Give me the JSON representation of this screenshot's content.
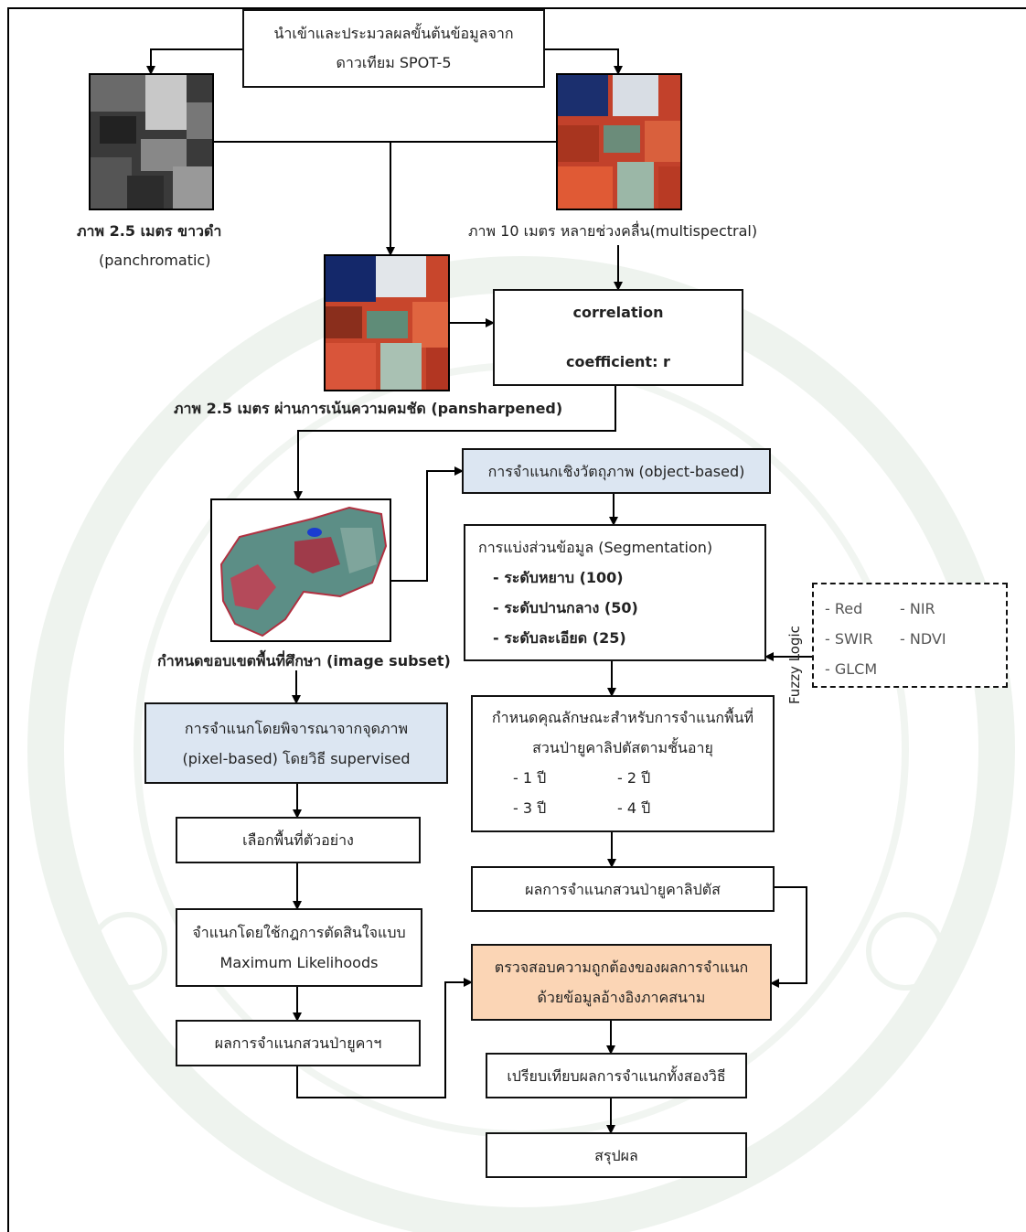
{
  "diagram": {
    "preprocess": [
      "นำเข้าและประมวลผลขั้นต้นข้อมูลจาก",
      "ดาวเทียม SPOT-5"
    ],
    "pan_caption": [
      "ภาพ 2.5 เมตร ขาวดำ",
      "(panchromatic)"
    ],
    "ms_caption": "ภาพ 10 เมตร หลายช่วงคลื่น(multispectral)",
    "fused_caption": "ภาพ 2.5 เมตร ผ่านการเน้นความคมชัด (pansharpened)",
    "correlation": [
      "correlation",
      "coefficient: r"
    ],
    "subset_caption": "กำหนดขอบเขตพื้นที่ศึกษา (image subset)",
    "object_based": "การจำแนกเชิงวัตถุภาพ (object-based)",
    "segmentation": {
      "title": "การแบ่งส่วนข้อมูล (Segmentation)",
      "items": [
        "- ระดับหยาบ (100)",
        "- ระดับปานกลาง (50)",
        "- ระดับละเอียด (25)"
      ]
    },
    "fuzzy": {
      "label": "Fuzzy Logic",
      "items": [
        "- Red",
        "- NIR",
        "- SWIR",
        "- NDVI",
        "- GLCM"
      ]
    },
    "characteristics": {
      "lines": [
        "กำหนดคุณลักษณะสำหรับการจำแนกพื้นที่",
        "สวนป่ายูคาลิปตัสตามชั้นอายุ"
      ],
      "ages": [
        "- 1 ปี",
        "- 2 ปี",
        "- 3 ปี",
        "- 4 ปี"
      ]
    },
    "eucalyptus_result": "ผลการจำแนกสวนป่ายูคาลิปตัส",
    "pixel_based": [
      "การจำแนกโดยพิจารณาจากจุดภาพ",
      "(pixel-based) โดยวิธี supervised"
    ],
    "training": "เลือกพื้นที่ตัวอย่าง",
    "maxlike": [
      "จำแนกโดยใช้กฎการตัดสินใจแบบ",
      "Maximum Likelihoods"
    ],
    "pixel_result": "ผลการจำแนกสวนป่ายูคาฯ",
    "accuracy": [
      "ตรวจสอบความถูกต้องของผลการจำแนก",
      "ด้วยข้อมูลอ้างอิงภาคสนาม"
    ],
    "compare": "เปรียบเทียบผลการจำแนกทั้งสองวิธี",
    "conclusion": "สรุปผล"
  },
  "colors": {
    "blue_fill": "#dce6f2",
    "orange_fill": "#fbd5b5"
  }
}
